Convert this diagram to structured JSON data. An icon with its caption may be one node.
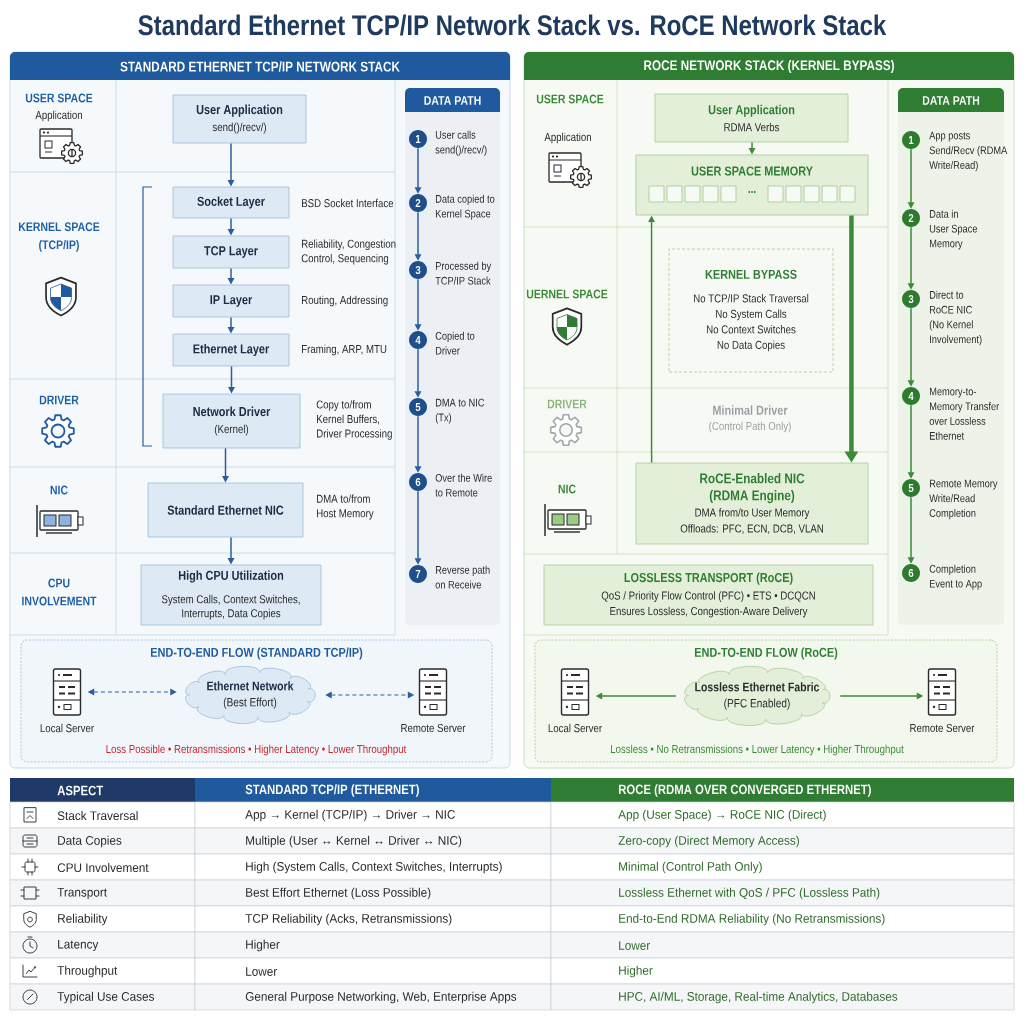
{
  "diagram": {
    "title": "Standard Ethernet TCP/IP Network Stack vs. RoCE Network Stack",
    "nodes": [
      {
        "text": [
          "STANDARD ETHERNET TCP/IP NETWORK STACK"
        ]
      },
      {
        "text": [
          "User Application",
          "send()/recv/)"
        ],
        "in": 0
      },
      {
        "text": [
          "Socket Layer"
        ],
        "in": 0,
        "beside": [
          "BSD Socket Interface"
        ]
      },
      {
        "text": [
          "TCP Layer"
        ],
        "in": 0,
        "beside": [
          "Reliability, Congestion Control, Sequencing"
        ]
      },
      {
        "text": [
          "IP Layer"
        ],
        "in": 0,
        "beside": [
          "Routing, Addressing"
        ]
      },
      {
        "text": [
          "Ethernet Layer"
        ],
        "in": 0,
        "beside": [
          "Framing, ARP, MTU"
        ]
      },
      {
        "text": [
          "Network Driver",
          "(Kernel)"
        ],
        "in": 0,
        "beside": [
          "Copy to/from Kernel Buffers, Driver Processing"
        ]
      },
      {
        "text": [
          "Standard Ethernet NIC"
        ],
        "in": 0,
        "beside": [
          "DMA to/from Host Memory"
        ]
      },
      {
        "text": [
          "High CPU Utilization",
          "System Calls, Context Switches, Interrupts, Data Copies"
        ],
        "in": 0
      },
      {
        "text": [
          "DATA PATH"
        ],
        "in": 0
      },
      {
        "text": [
          "1"
        ],
        "in": 9,
        "beside": [
          "User calls send()/recv/)"
        ]
      },
      {
        "text": [
          "2"
        ],
        "in": 9,
        "beside": [
          "Data copied to Kernel Space"
        ]
      },
      {
        "text": [
          "3"
        ],
        "in": 9,
        "beside": [
          "Processed by TCP/IP Stack"
        ]
      },
      {
        "text": [
          "4"
        ],
        "in": 9,
        "beside": [
          "Copied to Driver"
        ]
      },
      {
        "text": [
          "5"
        ],
        "in": 9,
        "beside": [
          "DMA to NIC (Tx)"
        ]
      },
      {
        "text": [
          "6"
        ],
        "in": 9,
        "beside": [
          "Over the Wire to Remote"
        ]
      },
      {
        "text": [
          "7"
        ],
        "in": 9,
        "beside": [
          "Reverse path on Receive"
        ]
      },
      {
        "text": [
          "END-TO-END FLOW (STANDARD TCP/IP)"
        ],
        "in": 0
      },
      {
        "text": [
          "Local Server"
        ],
        "in": 17
      },
      {
        "text": [
          "Ethernet Network",
          "(Best Effort)"
        ],
        "in": 17
      },
      {
        "text": [
          "Remote Server"
        ],
        "in": 17
      },
      {
        "text": [
          "ROCE NETWORK STACK (KERNEL BYPASS)"
        ]
      },
      {
        "text": [
          "User Application",
          "RDMA Verbs"
        ],
        "in": 21
      },
      {
        "text": [
          "USER SPACE MEMORY",
          "..."
        ],
        "in": 21
      },
      {
        "text": [
          "KERNEL BYPASS",
          "No TCP/IP Stack Traversal",
          "No System Calls",
          "No Context Switches",
          "No Data Copies"
        ],
        "in": 21
      },
      {
        "text": [
          "RoCE-Enabled NIC (RDMA Engine)",
          "DMA from/to User Memory",
          "Offloads: PFC, ECN, DCB, VLAN"
        ],
        "in": 21
      },
      {
        "text": [
          "LOSSLESS TRANSPORT (RoCE)",
          "QoS / Priority Flow Control (PFC) • ETS • DCQCN",
          "Ensures Lossless, Congestion-Aware Delivery"
        ],
        "in": 21
      },
      {
        "text": [
          "DATA PATH"
        ],
        "in": 21
      },
      {
        "text": [
          "1"
        ],
        "in": 27,
        "beside": [
          "App posts Send/Recv (RDMA Write/Read)"
        ]
      },
      {
        "text": [
          "2"
        ],
        "in": 27,
        "beside": [
          "Data in User Space Memory"
        ]
      },
      {
        "text": [
          "3"
        ],
        "in": 27,
        "beside": [
          "Direct to RoCE NIC (No Kernel Involvement)"
        ]
      },
      {
        "text": [
          "4"
        ],
        "in": 27,
        "beside": [
          "Memory-to-Memory Transfer over Lossless Ethernet"
        ]
      },
      {
        "text": [
          "5"
        ],
        "in": 27,
        "beside": [
          "Remote Memory Write/Read Completion"
        ]
      },
      {
        "text": [
          "6"
        ],
        "in": 27,
        "beside": [
          "Completion Event to App"
        ]
      },
      {
        "text": [
          "END-TO-END FLOW (RoCE)"
        ],
        "in": 21
      },
      {
        "text": [
          "Local Server"
        ],
        "in": 34
      },
      {
        "text": [
          "Lossless Ethernet Fabric",
          "(PFC Enabled)"
        ],
        "in": 34
      },
      {
        "text": [
          "Remote Server"
        ],
        "in": 34
      }
    ],
    "edges": [
      {
        "from": 1,
        "to": 2,
        "arrow": "to"
      },
      {
        "from": 2,
        "to": 3,
        "arrow": "to"
      },
      {
        "from": 3,
        "to": 4,
        "arrow": "to"
      },
      {
        "from": 4,
        "to": 5,
        "arrow": "to"
      },
      {
        "from": 5,
        "to": 6,
        "arrow": "to"
      },
      {
        "from": 6,
        "to": 7,
        "arrow": "to"
      },
      {
        "from": 7,
        "to": 8,
        "arrow": "to"
      },
      {
        "from": 10,
        "to": 11,
        "arrow": "to"
      },
      {
        "from": 11,
        "to": 12,
        "arrow": "to"
      },
      {
        "from": 12,
        "to": 13,
        "arrow": "to"
      },
      {
        "from": 13,
        "to": 14,
        "arrow": "to"
      },
      {
        "from": 14,
        "to": 15,
        "arrow": "to"
      },
      {
        "from": 15,
        "to": 16,
        "arrow": "to"
      },
      {
        "from": 18,
        "to": 19,
        "arrow": "both",
        "style": "dashed"
      },
      {
        "from": 19,
        "to": 20,
        "arrow": "both",
        "style": "dashed"
      },
      {
        "from": 22,
        "to": 23,
        "arrow": "to",
        "color": "#3d8b37"
      },
      {
        "from": 25,
        "to": 23,
        "arrow": "to",
        "color": "#3d8b37"
      },
      {
        "from": 23,
        "to": 25,
        "arrow": "to",
        "style": "thick",
        "color": "#3d8b37"
      },
      {
        "from": 28,
        "to": 29,
        "arrow": "to",
        "color": "#3d8b37"
      },
      {
        "from": 29,
        "to": 30,
        "arrow": "to",
        "color": "#3d8b37"
      },
      {
        "from": 30,
        "to": 31,
        "arrow": "to",
        "color": "#3d8b37"
      },
      {
        "from": 31,
        "to": 32,
        "arrow": "to",
        "color": "#3d8b37"
      },
      {
        "from": 32,
        "to": 33,
        "arrow": "to",
        "color": "#3d8b37"
      },
      {
        "from": 36,
        "to": 35,
        "arrow": "to",
        "color": "#3d8b37"
      },
      {
        "from": 36,
        "to": 37,
        "arrow": "to",
        "color": "#3d8b37"
      }
    ],
    "labels": [
      "USER SPACE",
      "Application",
      "KERNEL SPACE (TCP/IP)",
      "DRIVER",
      "NIC",
      "CPU INVOLVEMENT",
      "Loss Possible • Retransmissions • Higher Latency • Lower Throughput",
      "USER SPACE",
      "Application",
      "UERNEL SPACE",
      "DRIVER",
      "Minimal Driver",
      "(Control Path Only)",
      "NIC",
      "Lossless • No Retransmissions • Lower Latency • Higher Throughput",
      "ASPECT",
      "STANDARD TCP/IP (ETHERNET)",
      "ROCE (RDMA OVER CONVERGED ETHERNET)",
      "Stack Traversal",
      "App → Kernel (TCP/IP) → Driver → NIC",
      "App (User Space) → RoCE NIC (Direct)",
      "Data Copies",
      "Multiple (User ↔ Kernel ↔ Driver ↔ NIC)",
      "Zero-copy (Direct Memory Access)",
      "CPU Involvement",
      "High (System Calls, Context Switches, Interrupts)",
      "Minimal (Control Path Only)",
      "Transport",
      "Best Effort Ethernet (Loss Possible)",
      "Lossless Ethernet with QoS / PFC (Lossless Path)",
      "Reliability",
      "TCP Reliability (Acks, Retransmissions)",
      "End-to-End RDMA Reliability (No Retransmissions)",
      "Latency",
      "Higher",
      "Lower",
      "Throughput",
      "Lower",
      "Higher",
      "Typical Use Cases",
      "General Purpose Networking, Web, Enterprise Apps",
      "HPC, AI/ML, Storage, Real-time Analytics, Databases"
    ]
  }
}
